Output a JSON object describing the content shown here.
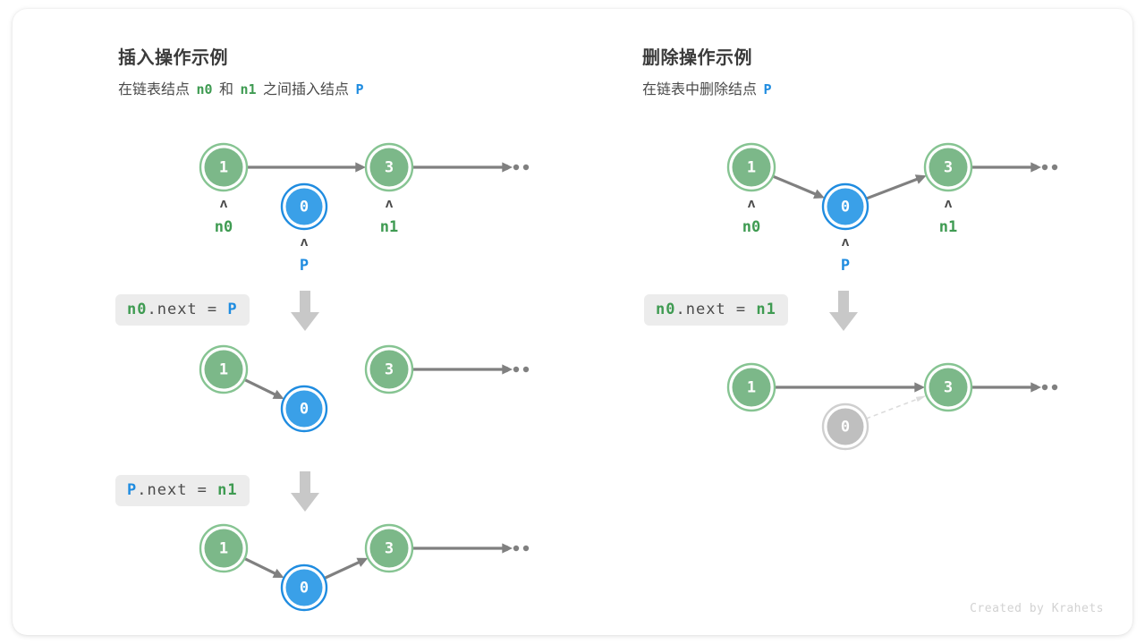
{
  "credit": "Created by Krahets",
  "colors": {
    "node_green_fill": "#7cb889",
    "node_green_ring": "#86c492",
    "node_blue_fill": "#3aa0e8",
    "node_blue_ring": "#1f8ce0",
    "node_gray_fill": "#bfbfbf",
    "node_gray_ring": "#cfcfcf",
    "arrow": "#808080",
    "label_green": "#3f9b52",
    "label_blue": "#1f8ce0",
    "chip_bg": "#ececec",
    "step_arrow": "#c8c8c8",
    "title": "#3b3b3b",
    "credit": "#d2d2d2"
  },
  "left": {
    "title": "插入操作示例",
    "subtitle": {
      "seg1": "在链表结点",
      "n0": "n0",
      "seg2": "和",
      "n1": "n1",
      "seg3": "之间插入结点",
      "p": "P"
    },
    "steps": [
      {
        "code": {
          "a": "n0",
          "a_color": "green",
          "mid": ".next = ",
          "b": "P",
          "b_color": "blue"
        },
        "nodes": [
          {
            "value": "1",
            "style": "green",
            "label": "n0",
            "label_color": "green"
          },
          {
            "value": "0",
            "style": "blue",
            "label": "P",
            "label_color": "blue"
          },
          {
            "value": "3",
            "style": "green",
            "label": "n1",
            "label_color": "green"
          }
        ],
        "tail": "..."
      },
      {
        "code": {
          "a": "P",
          "a_color": "blue",
          "mid": ".next = ",
          "b": "n1",
          "b_color": "green"
        },
        "nodes": [
          {
            "value": "1",
            "style": "green"
          },
          {
            "value": "0",
            "style": "blue"
          },
          {
            "value": "3",
            "style": "green"
          }
        ],
        "tail": "..."
      },
      {
        "nodes": [
          {
            "value": "1",
            "style": "green"
          },
          {
            "value": "0",
            "style": "blue"
          },
          {
            "value": "3",
            "style": "green"
          }
        ],
        "tail": "..."
      }
    ]
  },
  "right": {
    "title": "删除操作示例",
    "subtitle": {
      "seg1": "在链表中删除结点",
      "p": "P"
    },
    "steps": [
      {
        "code": {
          "a": "n0",
          "a_color": "green",
          "mid": ".next = ",
          "b": "n1",
          "b_color": "green"
        },
        "nodes": [
          {
            "value": "1",
            "style": "green",
            "label": "n0",
            "label_color": "green"
          },
          {
            "value": "0",
            "style": "blue",
            "label": "P",
            "label_color": "blue"
          },
          {
            "value": "3",
            "style": "green",
            "label": "n1",
            "label_color": "green"
          }
        ],
        "tail": "..."
      },
      {
        "nodes": [
          {
            "value": "1",
            "style": "green"
          },
          {
            "value": "0",
            "style": "gray"
          },
          {
            "value": "3",
            "style": "green"
          }
        ],
        "tail": "..."
      }
    ]
  }
}
